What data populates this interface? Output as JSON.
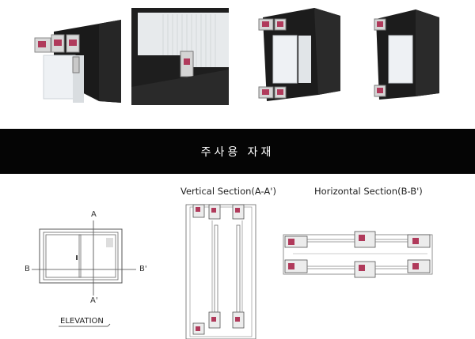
{
  "banner": {
    "title": "주사용 자재"
  },
  "drawings": {
    "elevation": {
      "label": "ELEVATION",
      "marker_top": "A",
      "marker_bottom": "A'",
      "marker_left": "B",
      "marker_right": "B'"
    },
    "vertical_section": {
      "title": "Vertical Section(A-A')"
    },
    "horizontal_section": {
      "title": "Horizontal Section(B-B')"
    }
  },
  "colors": {
    "frame_dark": "#1c1c1c",
    "gasket_accent": "#b03a5b",
    "banner": "#050505"
  }
}
